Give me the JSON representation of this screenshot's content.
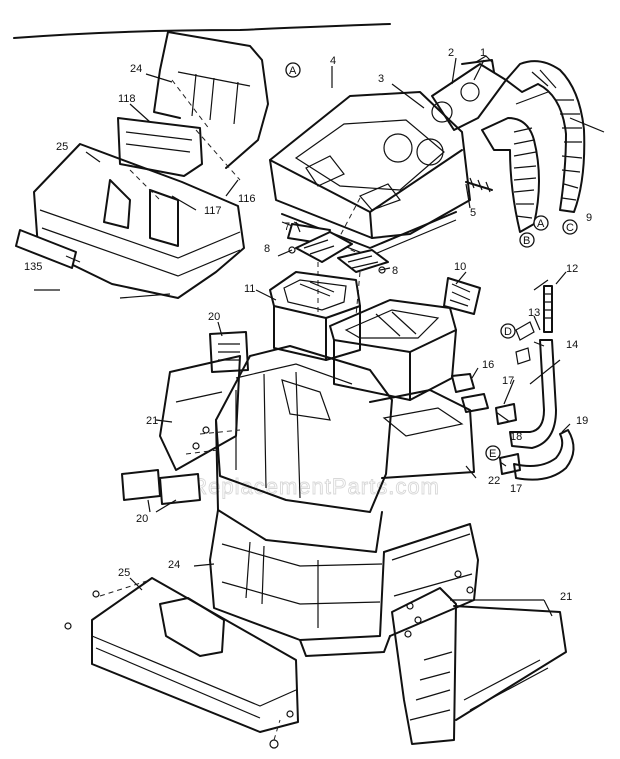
{
  "watermark": "eReplacementParts.com",
  "callouts": [
    {
      "id": "c1",
      "text": "1"
    },
    {
      "id": "c2",
      "text": "2"
    },
    {
      "id": "c3",
      "text": "3"
    },
    {
      "id": "c4",
      "text": "4"
    },
    {
      "id": "c5",
      "text": "5"
    },
    {
      "id": "c7",
      "text": "7"
    },
    {
      "id": "c8a",
      "text": "8"
    },
    {
      "id": "c8b",
      "text": "8"
    },
    {
      "id": "c9",
      "text": "9"
    },
    {
      "id": "c10",
      "text": "10"
    },
    {
      "id": "c11",
      "text": "11"
    },
    {
      "id": "c12",
      "text": "12"
    },
    {
      "id": "c13",
      "text": "13"
    },
    {
      "id": "c14",
      "text": "14"
    },
    {
      "id": "c16",
      "text": "16"
    },
    {
      "id": "c17a",
      "text": "17"
    },
    {
      "id": "c17b",
      "text": "17"
    },
    {
      "id": "c18",
      "text": "18"
    },
    {
      "id": "c19",
      "text": "19"
    },
    {
      "id": "c20a",
      "text": "20"
    },
    {
      "id": "c20b",
      "text": "20"
    },
    {
      "id": "c21a",
      "text": "21"
    },
    {
      "id": "c21b",
      "text": "21"
    },
    {
      "id": "c22",
      "text": "22"
    },
    {
      "id": "c24a",
      "text": "24"
    },
    {
      "id": "c24b",
      "text": "24"
    },
    {
      "id": "c25a",
      "text": "25"
    },
    {
      "id": "c25b",
      "text": "25"
    },
    {
      "id": "c116",
      "text": "116"
    },
    {
      "id": "c117",
      "text": "117"
    },
    {
      "id": "c118",
      "text": "118"
    },
    {
      "id": "c135",
      "text": "135"
    }
  ],
  "hose_markers": [
    {
      "id": "mA1",
      "text": "A"
    },
    {
      "id": "mA2",
      "text": "A"
    },
    {
      "id": "mB",
      "text": "B"
    },
    {
      "id": "mC",
      "text": "C"
    },
    {
      "id": "mD",
      "text": "D"
    },
    {
      "id": "mE",
      "text": "E"
    }
  ]
}
